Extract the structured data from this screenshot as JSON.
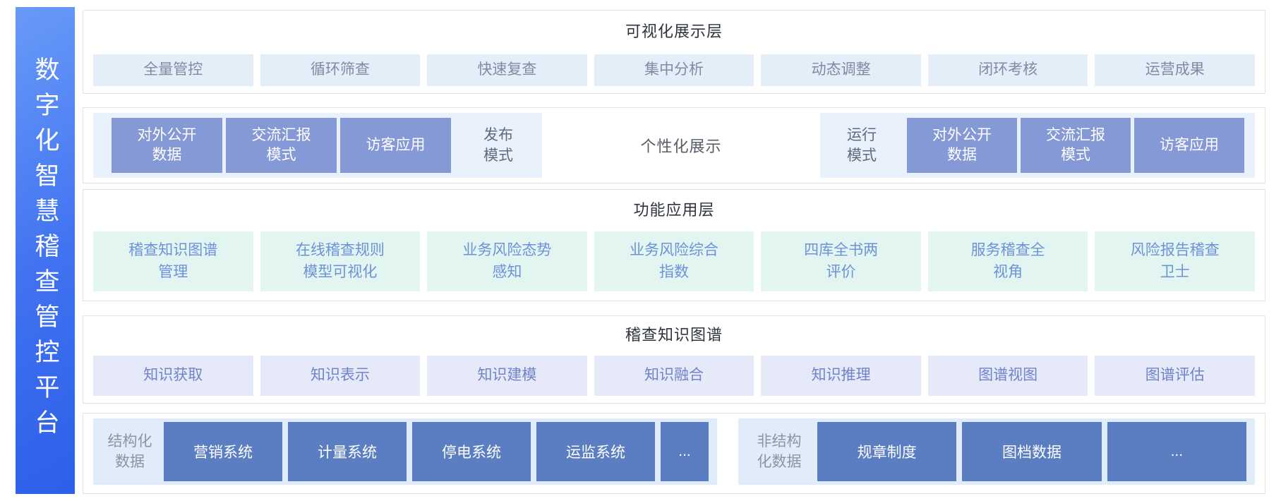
{
  "platform": {
    "title": "数字化智慧稽查管控平台"
  },
  "colors": {
    "sidebar_gradient_top": "#699af8",
    "sidebar_gradient_bottom": "#2d5fe9",
    "panel_border": "#e3e4e9",
    "visual_chip_bg": "#e4eef9",
    "visual_chip_text": "#7c8ca4",
    "mode_group_bg": "#e9f2fc",
    "mode_box_bg": "#8599d7",
    "function_chip_bg": "#e3f5f1",
    "function_chip_text": "#6d92d9",
    "knowledge_chip_bg": "#e5e9f8",
    "knowledge_chip_text": "#7083cb",
    "data_group_bg": "#e0ecf9",
    "data_box_bg": "#5a7ec1"
  },
  "visual_layer": {
    "title": "可视化展示层",
    "items": [
      "全量管控",
      "循环筛查",
      "快速复查",
      "集中分析",
      "动态调整",
      "闭环考核",
      "运营成果"
    ]
  },
  "mode_layer": {
    "publish": {
      "items": [
        "对外公开\n数据",
        "交流汇报\n模式",
        "访客应用"
      ],
      "label": "发布\n模式"
    },
    "center_label": "个性化展示",
    "run": {
      "label": "运行\n模式",
      "items": [
        "对外公开\n数据",
        "交流汇报\n模式",
        "访客应用"
      ]
    }
  },
  "function_layer": {
    "title": "功能应用层",
    "items": [
      "稽查知识图谱\n管理",
      "在线稽查规则\n模型可视化",
      "业务风险态势\n感知",
      "业务风险综合\n指数",
      "四库全书两\n评价",
      "服务稽查全\n视角",
      "风险报告稽查\n卫士"
    ]
  },
  "knowledge_layer": {
    "title": "稽查知识图谱",
    "items": [
      "知识获取",
      "知识表示",
      "知识建模",
      "知识融合",
      "知识推理",
      "图谱视图",
      "图谱评估"
    ]
  },
  "data_layer": {
    "structured": {
      "label": "结构化\n数据",
      "items": [
        "营销系统",
        "计量系统",
        "停电系统",
        "运监系统"
      ],
      "more": "..."
    },
    "unstructured": {
      "label": "非结构\n化数据",
      "items": [
        "规章制度",
        "图档数据"
      ],
      "more": "..."
    }
  }
}
